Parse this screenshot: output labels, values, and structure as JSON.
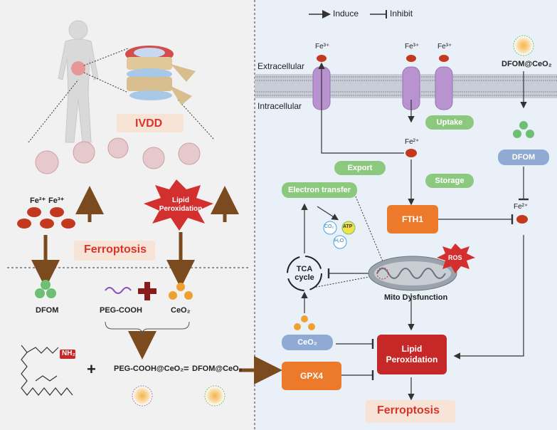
{
  "legend": {
    "induce": "Induce",
    "inhibit": "Inhibit"
  },
  "left": {
    "ivdd": "IVDD",
    "fe2": "Fe²⁺",
    "fe3": "Fe³⁺",
    "lipid_peroxidation_burst": "Lipid\nPeroxidation",
    "ferroptosis": "Ferroptosis",
    "dfom": "DFOM",
    "peg_cooh": "PEG-COOH",
    "ceo2": "CeO₂",
    "nh2": "NH₂",
    "plus": "+",
    "product_left": "PEG-COOH@CeO₂",
    "equals": "=",
    "product_right": "DFOM@CeO₂"
  },
  "right": {
    "extracellular": "Extracellular",
    "intracellular": "Intracellular",
    "fe3_export": "Fe³⁺",
    "fe3_a": "Fe³⁺",
    "fe3_b": "Fe³⁺",
    "dfom_ceo2": "DFOM@CeO₂",
    "fe2_center": "Fe²⁺",
    "uptake": "Uptake",
    "export": "Export",
    "storage": "Storage",
    "electron_transfer": "Electron transfer",
    "fth1": "FTH1",
    "dfom": "DFOM",
    "fe2_right": "Fe²⁺",
    "co2": "CO₂",
    "atp": "ATP",
    "h2o": "H₂O",
    "tca": "TCA\ncycle",
    "ros": "ROS",
    "mito_dysfunction": "Mito Dysfunction",
    "ceo2": "CeO₂",
    "gpx4": "GPX4",
    "lipid_peroxidation": "Lipid\nPeroxidation",
    "ferroptosis": "Ferroptosis"
  },
  "colors": {
    "left_bg": "#f1f1f1",
    "right_bg": "#e9f0f8",
    "iron": "#c4391d",
    "green": "#6fbf73",
    "orange": "#f0a030",
    "arrow_brown": "#8b4513",
    "fth1": "#ec7a2a",
    "lipid": "#c62828",
    "membrane": "#b993cf",
    "pill_green": "#8cc97e",
    "pill_blue": "#8fabd3"
  }
}
